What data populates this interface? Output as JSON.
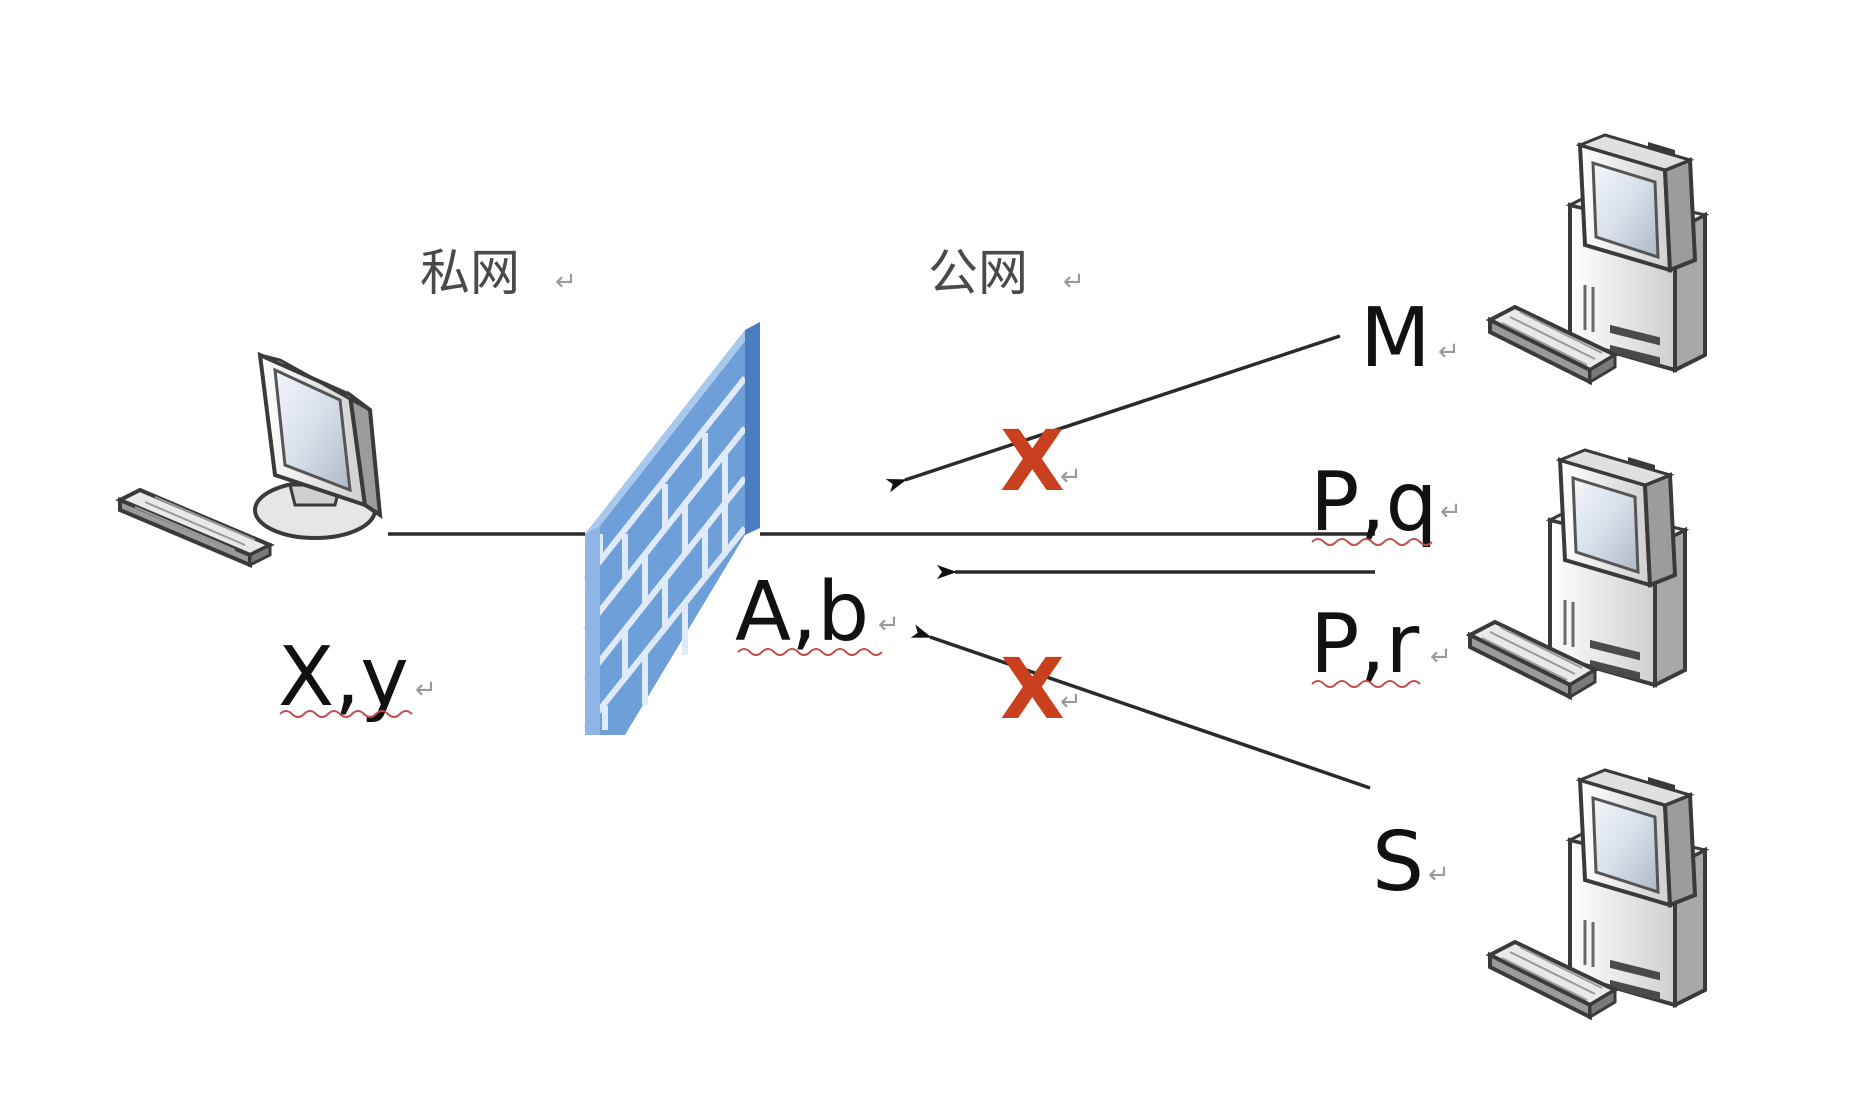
{
  "zones": {
    "private": "私网",
    "public": "公网"
  },
  "nodes": {
    "internal_host": "X,y",
    "nat_external": "A,b",
    "host_m": "M",
    "host_p_q": "P,q",
    "host_p_r": "P,r",
    "host_s": "S"
  },
  "blocked_marks": [
    "X",
    "X"
  ],
  "paragraph_mark": "↵",
  "colors": {
    "firewall_brick": "#6f9fd8",
    "firewall_top": "#a9c8ee",
    "firewall_side": "#4a7cc0",
    "blocked": "#c8401e",
    "line": "#2a2a2a"
  },
  "icons": [
    "computer-icon",
    "firewall-icon",
    "arrow-icon"
  ]
}
